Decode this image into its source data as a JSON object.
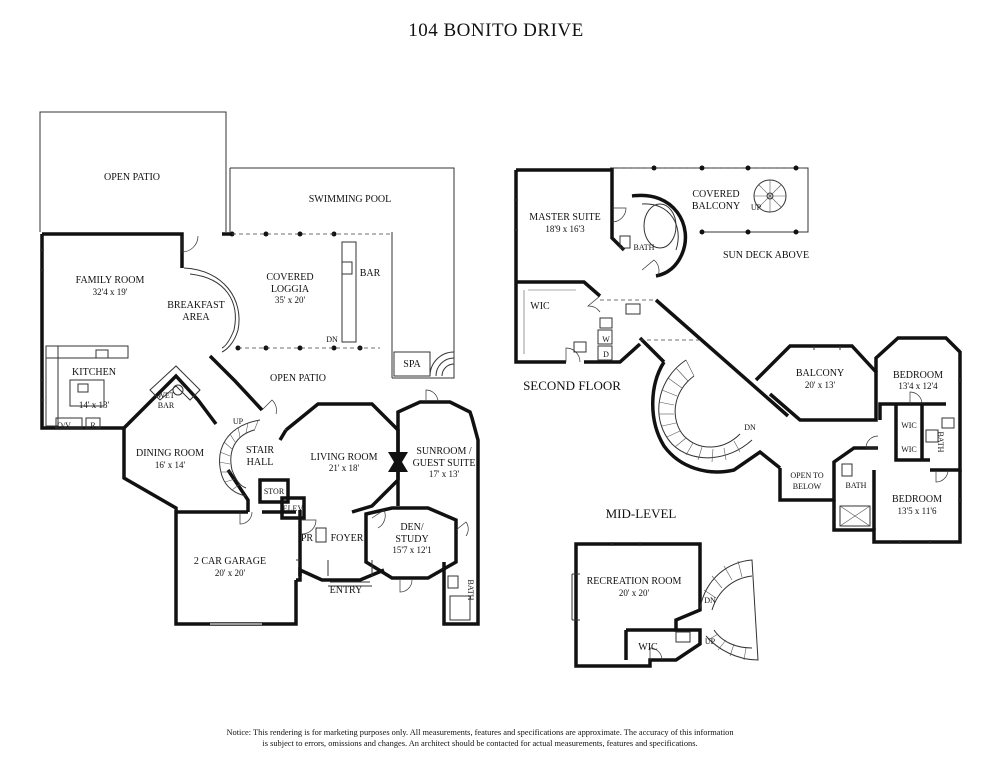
{
  "title": "104 BONITO DRIVE",
  "floors": {
    "first": {
      "rooms": [
        {
          "id": "open-patio-top",
          "name": "OPEN PATIO",
          "dim": ""
        },
        {
          "id": "swimming-pool",
          "name": "SWIMMING POOL",
          "dim": ""
        },
        {
          "id": "family-room",
          "name": "FAMILY ROOM",
          "dim": "32'4 x 19'"
        },
        {
          "id": "breakfast-area",
          "name": "BREAKFAST",
          "name2": "AREA",
          "dim": ""
        },
        {
          "id": "covered-loggia",
          "name": "COVERED",
          "name2": "LOGGIA",
          "dim": "35' x 20'"
        },
        {
          "id": "bar",
          "name": "BAR",
          "dim": ""
        },
        {
          "id": "spa",
          "name": "SPA",
          "dim": ""
        },
        {
          "id": "kitchen",
          "name": "KITCHEN",
          "dim": "14' x 13'"
        },
        {
          "id": "wet-bar",
          "name": "WET",
          "name2": "BAR",
          "dim": ""
        },
        {
          "id": "open-patio-mid",
          "name": "OPEN PATIO",
          "dim": ""
        },
        {
          "id": "dining-room",
          "name": "DINING ROOM",
          "dim": "16' x 14'"
        },
        {
          "id": "stair-hall",
          "name": "STAIR",
          "name2": "HALL",
          "dim": ""
        },
        {
          "id": "living-room",
          "name": "LIVING ROOM",
          "dim": "21' x 18'"
        },
        {
          "id": "sunroom",
          "name": "SUNROOM /",
          "name2": "GUEST SUITE",
          "dim": "17' x 13'"
        },
        {
          "id": "stor",
          "name": "STOR",
          "dim": ""
        },
        {
          "id": "elev",
          "name": "ELEV",
          "dim": ""
        },
        {
          "id": "garage",
          "name": "2 CAR GARAGE",
          "dim": "20' x 20'"
        },
        {
          "id": "pr",
          "name": "PR",
          "dim": ""
        },
        {
          "id": "foyer",
          "name": "FOYER",
          "dim": ""
        },
        {
          "id": "den",
          "name": "DEN/",
          "name2": "STUDY",
          "dim": "15'7 x 12'1"
        },
        {
          "id": "entry",
          "name": "ENTRY",
          "dim": ""
        },
        {
          "id": "bath-first",
          "name": "BATH",
          "dim": ""
        }
      ],
      "small_labels": {
        "ov": "O/V",
        "r": "R",
        "up": "UP",
        "dn": "DN"
      }
    },
    "second": {
      "section_label": "SECOND FLOOR",
      "rooms": [
        {
          "id": "master-suite",
          "name": "MASTER SUITE",
          "dim": "18'9 x 16'3"
        },
        {
          "id": "covered-balcony",
          "name": "COVERED",
          "name2": "BALCONY",
          "dim": ""
        },
        {
          "id": "sun-deck",
          "name": "SUN DECK ABOVE",
          "dim": ""
        },
        {
          "id": "master-bath",
          "name": "BATH",
          "dim": ""
        },
        {
          "id": "master-wic",
          "name": "WIC",
          "dim": ""
        },
        {
          "id": "balcony",
          "name": "BALCONY",
          "dim": "20' x 13'"
        },
        {
          "id": "bedroom-1",
          "name": "BEDROOM",
          "dim": "13'4 x 12'4"
        },
        {
          "id": "wic-a",
          "name": "WIC",
          "dim": ""
        },
        {
          "id": "wic-b",
          "name": "WIC",
          "dim": ""
        },
        {
          "id": "bath-b",
          "name": "BATH",
          "dim": ""
        },
        {
          "id": "open-to-below",
          "name": "OPEN TO",
          "name2": "BELOW",
          "dim": ""
        },
        {
          "id": "bath-c",
          "name": "BATH",
          "dim": ""
        },
        {
          "id": "bedroom-2",
          "name": "BEDROOM",
          "dim": "13'5 x 11'6"
        }
      ],
      "small_labels": {
        "w": "W",
        "d": "D",
        "up": "UP",
        "dn": "DN"
      }
    },
    "mid": {
      "section_label": "MID-LEVEL",
      "rooms": [
        {
          "id": "recreation-room",
          "name": "RECREATION ROOM",
          "dim": "20' x 20'"
        },
        {
          "id": "mid-wic",
          "name": "WIC",
          "dim": ""
        }
      ],
      "small_labels": {
        "up": "UP",
        "dn": "DN"
      }
    }
  },
  "notice": {
    "line1": "Notice: This rendering is for marketing purposes only. All measurements, features and specifications are approximate. The accuracy of this information",
    "line2": "is subject to errors, omissions and changes. An architect should be contacted for actual measurements, features and specifications."
  }
}
